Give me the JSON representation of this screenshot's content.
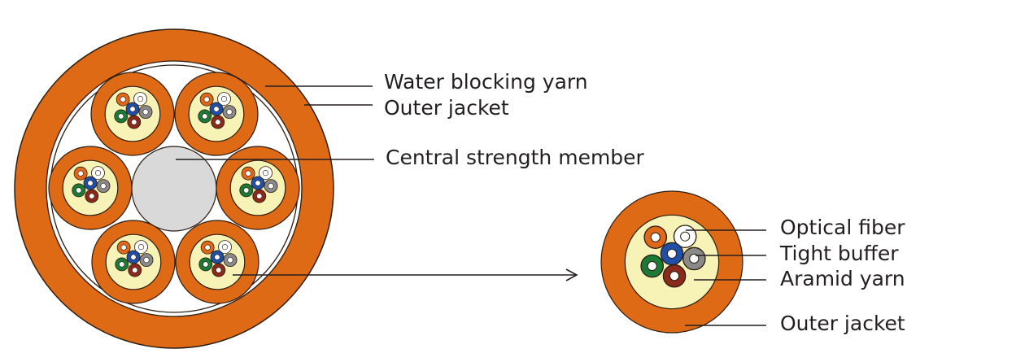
{
  "diagram": {
    "title": "Fiber optic cable cross-section",
    "colors": {
      "jacket": "#de6a16",
      "outline": "#2b1d12",
      "aramid": "#f7f2b5",
      "center_member": "#d9d9d9",
      "leader_line": "#231f20",
      "text": "#231f20"
    },
    "fiber_colors": [
      {
        "name": "orange",
        "fill": "#e06818"
      },
      {
        "name": "white",
        "fill": "#ffffff"
      },
      {
        "name": "blue",
        "fill": "#1f4fa8"
      },
      {
        "name": "gray",
        "fill": "#8a8a8a"
      },
      {
        "name": "green",
        "fill": "#1b7a36"
      },
      {
        "name": "brown",
        "fill": "#8b2a1a"
      }
    ],
    "main_cable": {
      "subunit_count": 6,
      "labels": {
        "water_blocking_yarn": "Water blocking yarn",
        "outer_jacket": "Outer jacket",
        "central_strength_member": "Central strength member"
      }
    },
    "subunit_detail": {
      "labels": {
        "optical_fiber": "Optical fiber",
        "tight_buffer": "Tight buffer",
        "aramid_yarn": "Aramid yarn",
        "outer_jacket": "Outer jacket"
      }
    }
  }
}
